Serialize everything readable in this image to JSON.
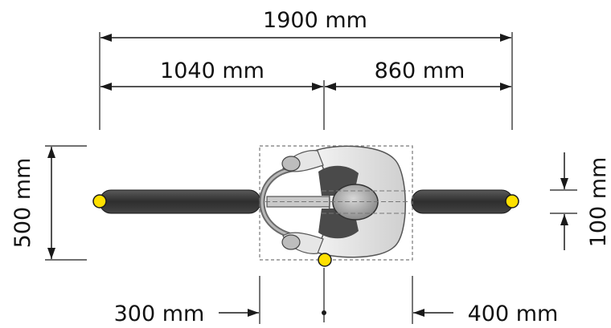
{
  "dimensions": {
    "total_length": "1900 mm",
    "front_length": "1040 mm",
    "rear_length": "860 mm",
    "overall_width": "500 mm",
    "bar_width": "100 mm",
    "left_offset": "300 mm",
    "right_offset": "400 mm"
  },
  "colors": {
    "line": "#1a1a1a",
    "bar": "#3a3a3a",
    "marker": "#ffe000",
    "dashed": "#777777"
  }
}
